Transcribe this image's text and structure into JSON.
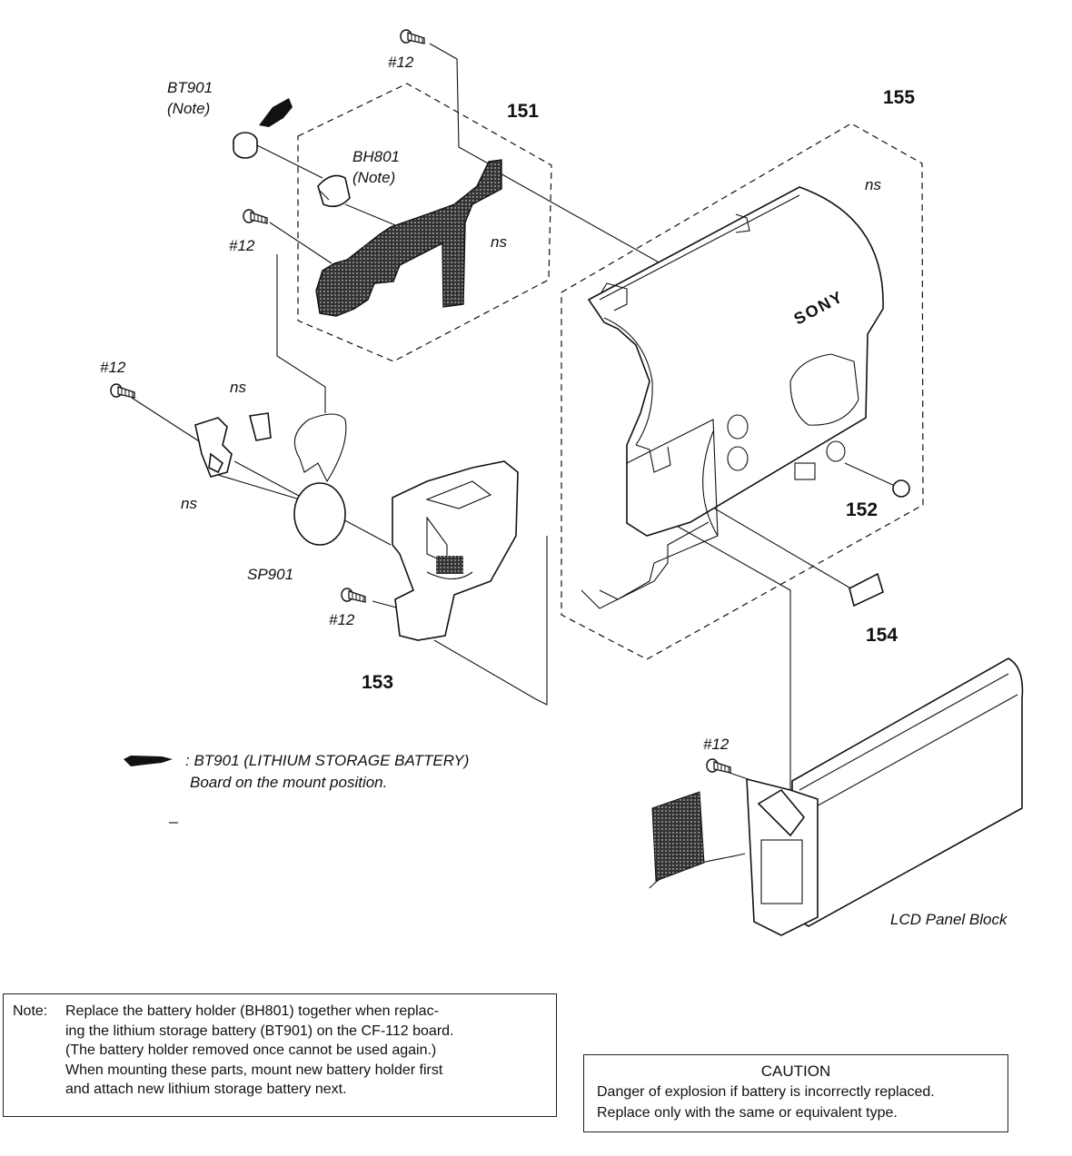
{
  "labels": {
    "bt901_top": "BT901",
    "note_top": "(Note)",
    "bh801": "BH801",
    "note_bh": "(Note)",
    "ns": "ns",
    "screw": "#12",
    "sp901": "SP901",
    "sony": "SONY",
    "lcd_panel_block": "LCD Panel Block"
  },
  "part_numbers": {
    "p151": "151",
    "p152": "152",
    "p153": "153",
    "p154": "154",
    "p155": "155"
  },
  "legend": {
    "line1": ": BT901 (LITHIUM STORAGE BATTERY)",
    "line2": "Board on the mount position."
  },
  "note": {
    "head": "Note:",
    "lines": [
      "Replace the battery holder (BH801) together when replac-",
      "ing the lithium storage battery (BT901) on the CF-112 board.",
      "(The battery holder removed once cannot be used again.)",
      "When mounting these parts, mount new battery holder first",
      "and attach new lithium storage battery next."
    ]
  },
  "caution": {
    "title": "CAUTION",
    "line1": "Danger of explosion if battery is incorrectly replaced.",
    "line2": "Replace only with the same or equivalent type."
  }
}
